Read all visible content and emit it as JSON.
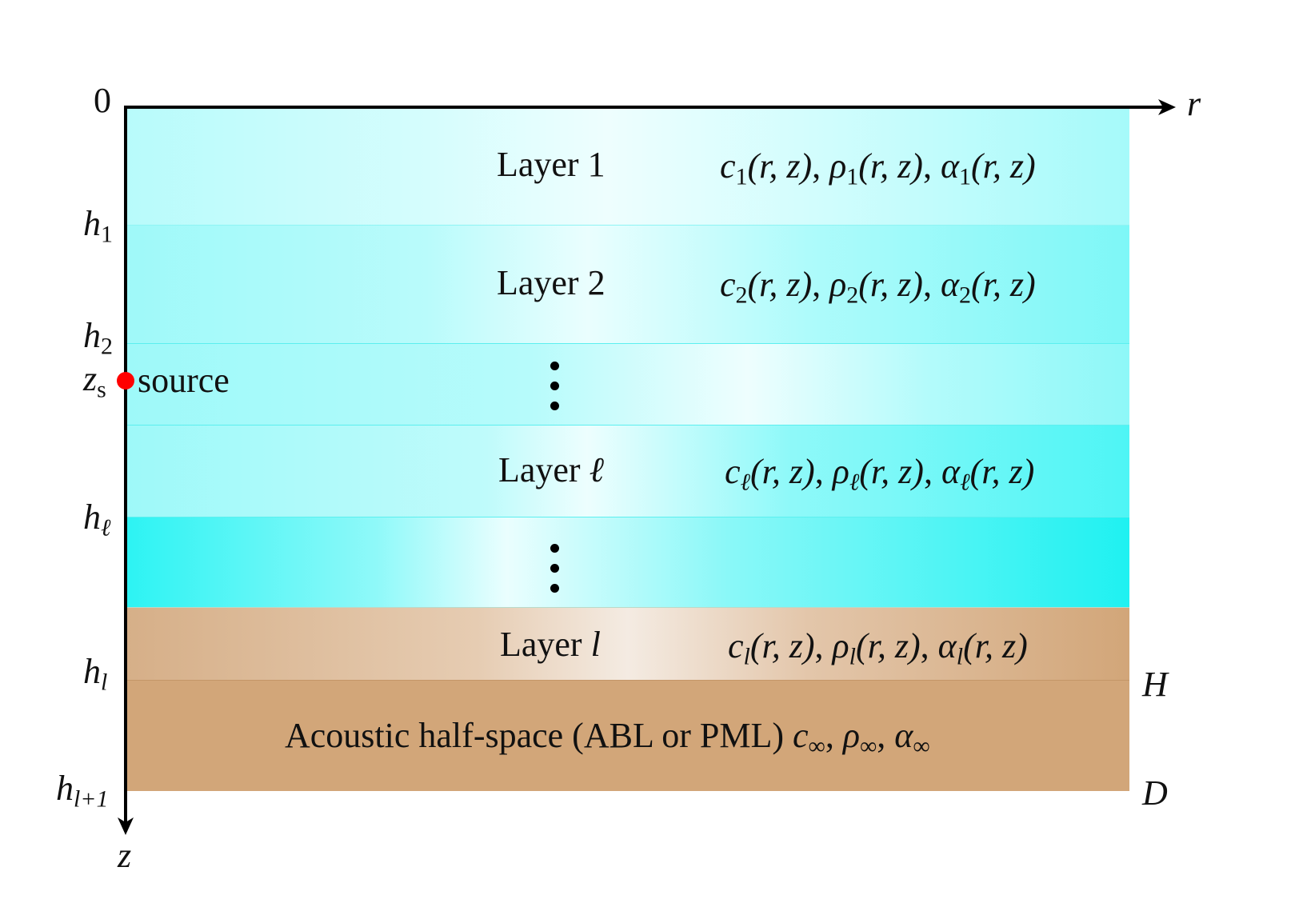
{
  "axes": {
    "origin_label": "0",
    "r_label": "r",
    "z_label": "z"
  },
  "depth_labels": {
    "h1": {
      "base": "h",
      "sub": "1"
    },
    "h2": {
      "base": "h",
      "sub": "2"
    },
    "zs": {
      "base": "z",
      "sub": "s"
    },
    "hell": {
      "base": "h",
      "sub": "ℓ"
    },
    "hl": {
      "base": "h",
      "sub": "l"
    },
    "hl1": {
      "base": "h",
      "sub": "l+1"
    }
  },
  "right_labels": {
    "H": "H",
    "D": "D"
  },
  "source": {
    "label": "source",
    "color": "#ff0000"
  },
  "layers": [
    {
      "name_prefix": "Layer ",
      "name_index": "1",
      "sub": "1"
    },
    {
      "name_prefix": "Layer ",
      "name_index": "2",
      "sub": "2"
    },
    {
      "name_prefix": "Layer ",
      "name_index": "ℓ",
      "sub": "ℓ"
    },
    {
      "name_prefix": "Layer ",
      "name_index": "l",
      "sub": "l"
    }
  ],
  "property_text": {
    "c": "c",
    "rho": "ρ",
    "alpha": "α",
    "args": "(r, z)",
    "sep": ", "
  },
  "halfspace": {
    "text": "Acoustic half-space (ABL or PML) ",
    "c": "c",
    "rho": "ρ",
    "alpha": "α",
    "inf": "∞",
    "sep": ", "
  },
  "colors": {
    "water": "#00ffff",
    "sediment": "#d2a679",
    "axis": "#000000",
    "text": "#111111"
  }
}
